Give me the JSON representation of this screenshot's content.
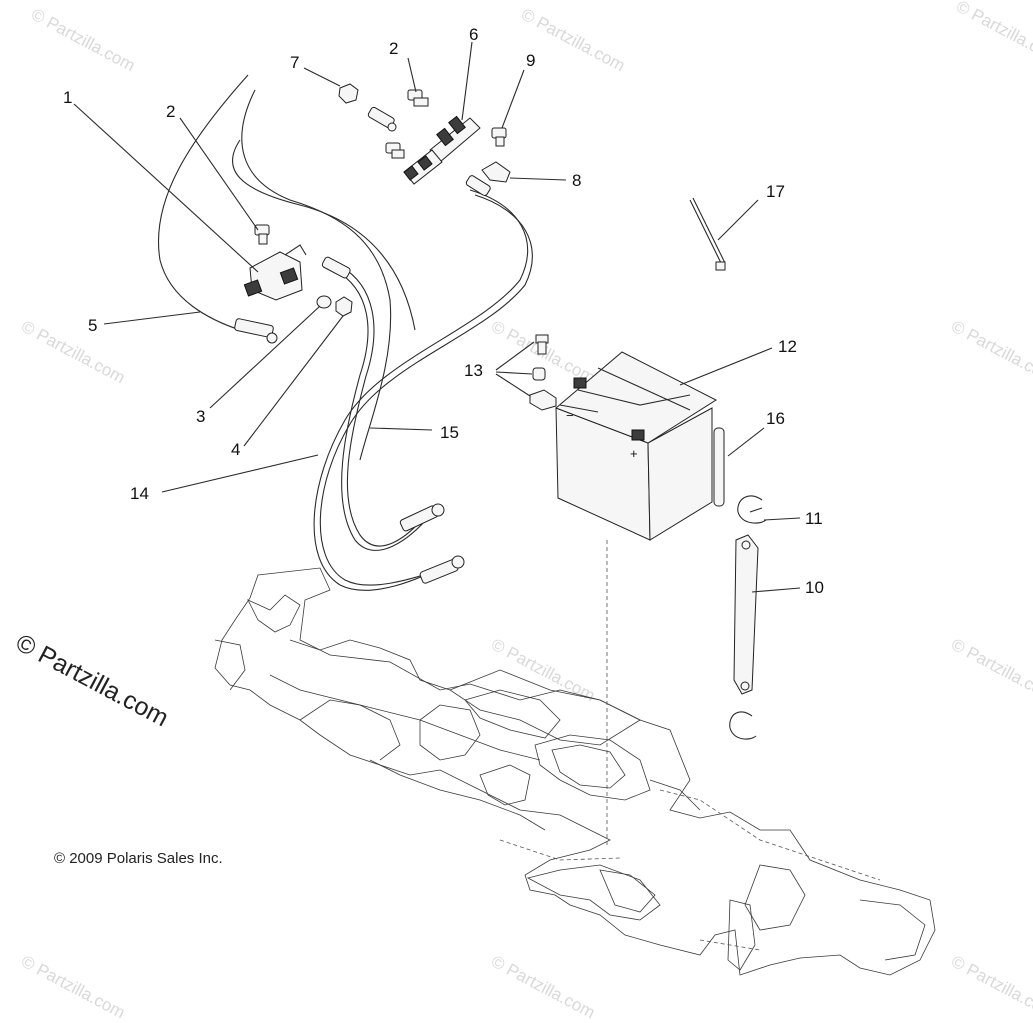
{
  "watermark": {
    "text": "© Partzilla.com"
  },
  "copyright": "© 2009 Polaris Sales Inc.",
  "callouts": {
    "c1": "1",
    "c2a": "2",
    "c2b": "2",
    "c3": "3",
    "c4": "4",
    "c5": "5",
    "c6": "6",
    "c7": "7",
    "c8": "8",
    "c9": "9",
    "c10": "10",
    "c11": "11",
    "c12": "12",
    "c13": "13",
    "c14": "14",
    "c15": "15",
    "c16": "16",
    "c17": "17"
  },
  "battery": {
    "pos_terminal": "+",
    "neg_terminal": "−"
  }
}
